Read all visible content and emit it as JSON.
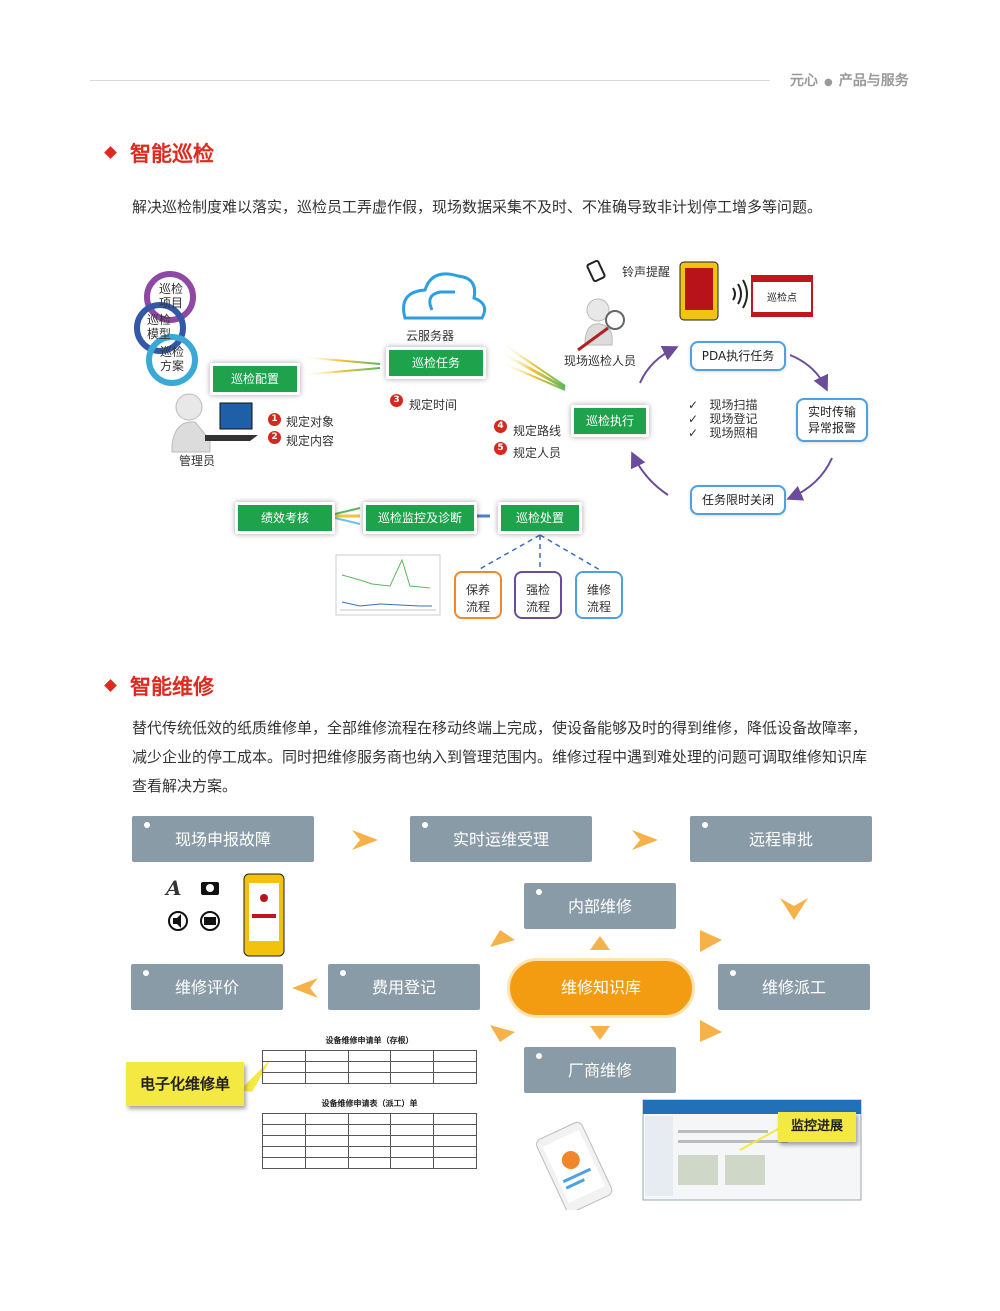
{
  "header": {
    "brand": "元心",
    "section": "产品与服务"
  },
  "inspection": {
    "title": "智能巡检",
    "description": "解决巡检制度难以落实，巡检员工弄虚作假，现场数据采集不及时、不准确导致非计划停工增多等问题。",
    "cycle": [
      "巡检项目",
      "巡检模型",
      "巡检方案"
    ],
    "manager_label": "管理员",
    "cloud_label": "云服务器",
    "ring_label": "铃声提醒",
    "inspector_label": "现场巡检人员",
    "checkpoint_title": "巡检点",
    "buttons": {
      "config": "巡检配置",
      "task": "巡检任务",
      "execute": "巡检执行",
      "handle": "巡检处置",
      "monitor": "巡检监控及诊断",
      "assess": "绩效考核"
    },
    "numbered": [
      {
        "num": "1",
        "text": "规定对象"
      },
      {
        "num": "2",
        "text": "规定内容"
      },
      {
        "num": "3",
        "text": "规定时间"
      },
      {
        "num": "4",
        "text": "规定路线"
      },
      {
        "num": "5",
        "text": "规定人员"
      }
    ],
    "pda_cycle": {
      "pda": "PDA执行任务",
      "realtime": "实时传输\n异常报警",
      "close": "任务限时关闭",
      "checks": [
        "现场扫描",
        "现场登记",
        "现场照相"
      ]
    },
    "processes": [
      "保养\n流程",
      "强检\n流程",
      "维修\n流程"
    ]
  },
  "maintenance": {
    "title": "智能维修",
    "description": "替代传统低效的纸质维修单，全部维修流程在移动终端上完成，使设备能够及时的得到维修，降低设备故障率，减少企业的停工成本。同时把维修服务商也纳入到管理范围内。维修过程中遇到难处理的问题可调取维修知识库查看解决方案。",
    "steps": {
      "report": "现场申报故障",
      "accept": "实时运维受理",
      "approve": "远程审批",
      "internal": "内部维修",
      "dispatch": "维修派工",
      "vendor": "厂商维修",
      "cost": "费用登记",
      "evaluate": "维修评价",
      "knowledge": "维修知识库"
    },
    "icon_letter": "A",
    "eform_label": "电子化维修单",
    "monitor_label": "监控进展",
    "form1_title": "设备维修申请单（存根）",
    "form2_title": "设备维修申请表（派工）单"
  },
  "colors": {
    "red": "#e02a1f",
    "green": "#1ea34c",
    "grey_box": "#8a9ba8",
    "orange": "#f39c12",
    "purple": "#6b4c9a"
  }
}
